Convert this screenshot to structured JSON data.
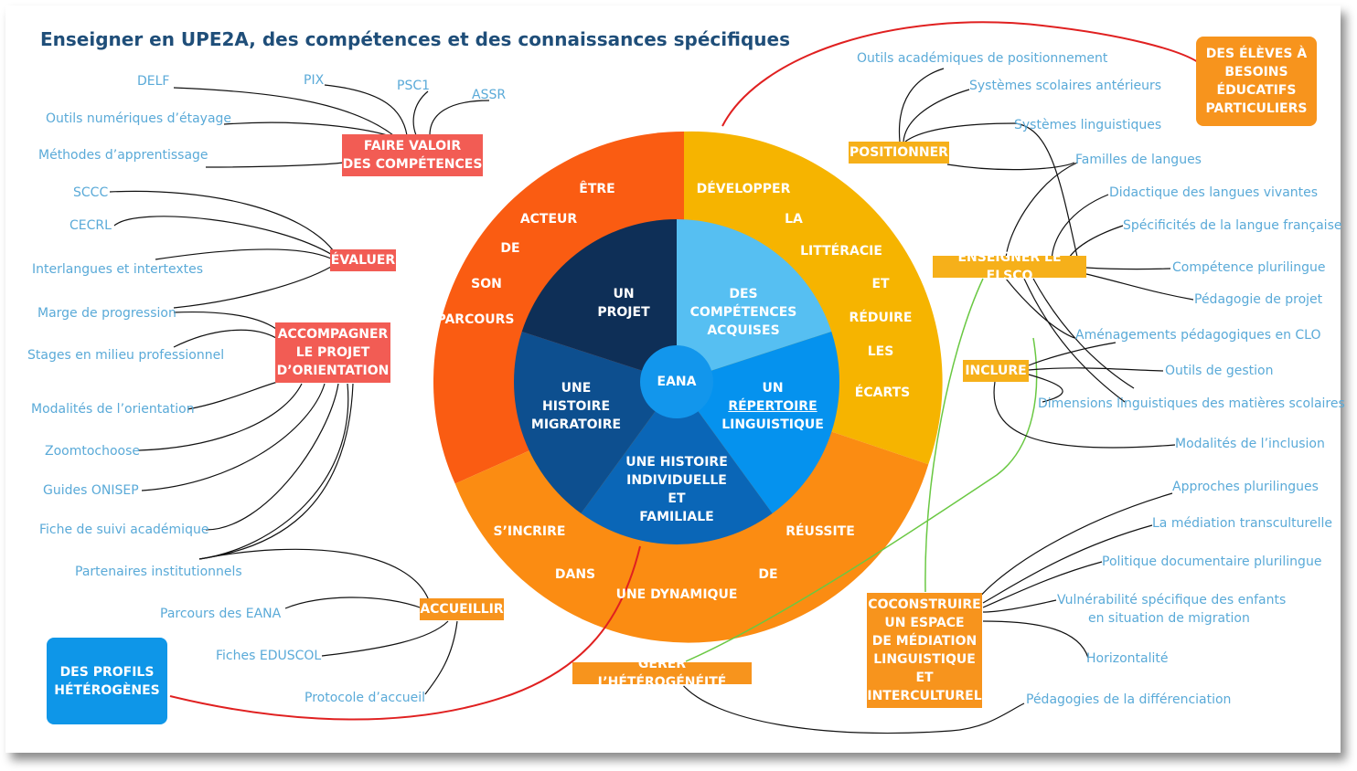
{
  "title": "Enseigner en UPE2A, des compétences et des connaissances spécifiques",
  "center": "EANA",
  "inner_segments": {
    "projet": [
      "UN",
      "PROJET"
    ],
    "competences": [
      "DES",
      "COMPÉTENCES",
      "ACQUISES"
    ],
    "repertoire": [
      "UN",
      "RÉPERTOIRE",
      "LINGUISTIQUE"
    ],
    "histoire_individuelle": [
      "UNE HISTOIRE",
      "INDIVIDUELLE",
      "ET",
      "FAMILIALE"
    ],
    "histoire_migratoire": [
      "UNE",
      "HISTOIRE",
      "MIGRATOIRE"
    ]
  },
  "ring_words": {
    "left": [
      "ÊTRE",
      "ACTEUR",
      "DE",
      "SON",
      "PARCOURS"
    ],
    "right": [
      "DÉVELOPPER",
      "LA",
      "LITTÉRACIE",
      "ET",
      "RÉDUIRE",
      "LES",
      "ÉCARTS"
    ],
    "bottom": [
      "S’INCRIRE",
      "DANS",
      "UNE DYNAMIQUE",
      "DE",
      "RÉUSSITE"
    ]
  },
  "branches": {
    "faire_valoir": [
      "FAIRE VALOIR",
      "DES COMPÉTENCES"
    ],
    "evaluer": "ÉVALUER",
    "accompagner": [
      "ACCOMPAGNER",
      "LE PROJET",
      "D’ORIENTATION"
    ],
    "accueillir": "ACCUEILLIR",
    "positionner": "POSITIONNER",
    "enseigner_flsco": "ENSEIGNER LE FLSCO",
    "inclure": "INCLURE",
    "coconstruire": [
      "COCONSTRUIRE",
      "UN ESPACE",
      "DE MÉDIATION",
      "LINGUISTIQUE",
      "ET",
      "INTERCULTUREL"
    ],
    "gerer": "GÉRER L’HÉTÉROGÉNÉITÉ"
  },
  "notes": {
    "besoins": [
      "DES ÉLÈVES À",
      "BESOINS",
      "ÉDUCATIFS",
      "PARTICULIERS"
    ],
    "profils": [
      "DES PROFILS",
      "HÉTÉROGÈNES"
    ]
  },
  "leaves": {
    "delf": "DELF",
    "pix": "PIX",
    "psc1": "PSC1",
    "assr": "ASSR",
    "outils_numeriques": "Outils numériques d’étayage",
    "methodes": "Méthodes d’apprentissage",
    "sccc": "SCCC",
    "cecrl": "CECRL",
    "interlangues": "Interlangues et intertextes",
    "marge": "Marge de progression",
    "stages": "Stages en milieu professionnel",
    "modalites_orientation": "Modalités de l’orientation",
    "zoomtochoose": "Zoomtochoose",
    "guides": "Guides ONISEP",
    "fiche_suivi": "Fiche de suivi académique",
    "partenaires": "Partenaires institutionnels",
    "parcours_eana": "Parcours des EANA",
    "fiches_eduscol": "Fiches EDUSCOL",
    "protocole": "Protocole d’accueil",
    "outils_academiques": "Outils académiques de positionnement",
    "systemes_scolaires": "Systèmes scolaires antérieurs",
    "systemes_linguistiques": "Systèmes linguistiques",
    "familles": "Familles de langues",
    "didactique": "Didactique des langues vivantes",
    "specificites": "Spécificités de la langue française",
    "competence_plurilingue": "Compétence plurilingue",
    "pedagogie_projet": "Pédagogie de projet",
    "amenagements": "Aménagements  pédagogiques en CLO",
    "outils_gestion": "Outils de gestion",
    "dimensions": "Dimensions linguistiques des matières scolaires",
    "modalites_inclusion": "Modalités de l’inclusion",
    "approches": "Approches plurilingues",
    "mediation": "La médiation transculturelle",
    "politique": "Politique documentaire plurilingue",
    "vulnerabilite1": "Vulnérabilité spécifique des enfants",
    "vulnerabilite2": "en situation de migration",
    "horizontalite": "Horizontalité",
    "differenciation": "Pédagogies de la différenciation"
  },
  "colors": {
    "title": "#1f4e79",
    "leaf": "#5aaad8",
    "red_box": "#f25c54",
    "orange_box": "#f7941d",
    "yellow_box": "#f6b01a",
    "ring_left": "#fa5c12",
    "ring_right": "#f6b400",
    "ring_bottom": "#fb8c12",
    "inner_projet": "#0e2f57",
    "inner_competences": "#56bff2",
    "inner_repertoire": "#0592ee",
    "inner_histoire_individuelle": "#0a66b7",
    "inner_histoire_migratoire": "#0d4f8f",
    "center": "#1296ec"
  }
}
